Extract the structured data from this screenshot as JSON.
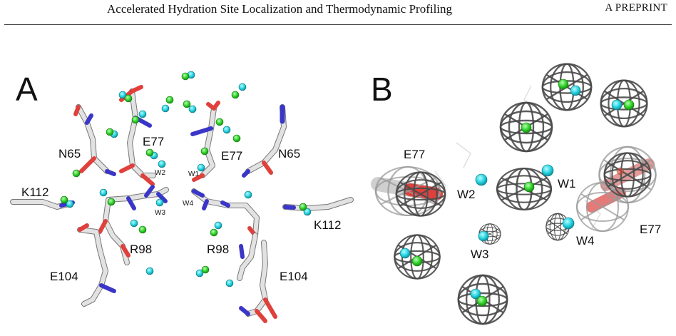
{
  "header": {
    "title": "Accelerated Hydration Site Localization and Thermodynamic Profiling",
    "tag": "A PREPRINT"
  },
  "colors": {
    "carbon": "#d9d9d9",
    "oxygen": "#e0403c",
    "nitrogen": "#3a36c8",
    "water_site": "#2ad9e0",
    "predicted_site": "#31cc2c",
    "density_mesh": "#4a4a4a"
  },
  "panel_a": {
    "letter": "A",
    "labels": {
      "n65_left": "N65",
      "n65_right": "N65",
      "e77_left": "E77",
      "e77_right": "E77",
      "k112_left": "K112",
      "k112_right": "K112",
      "r98_left": "R98",
      "r98_right": "R98",
      "e104_left": "E104",
      "e104_right": "E104",
      "w1": "W1",
      "w2": "W2",
      "w3": "W3",
      "w4": "W4"
    }
  },
  "panel_b": {
    "letter": "B",
    "labels": {
      "e77_left": "E77",
      "e77_right": "E77",
      "w1": "W1",
      "w2": "W2",
      "w3": "W3",
      "w4": "W4"
    }
  }
}
